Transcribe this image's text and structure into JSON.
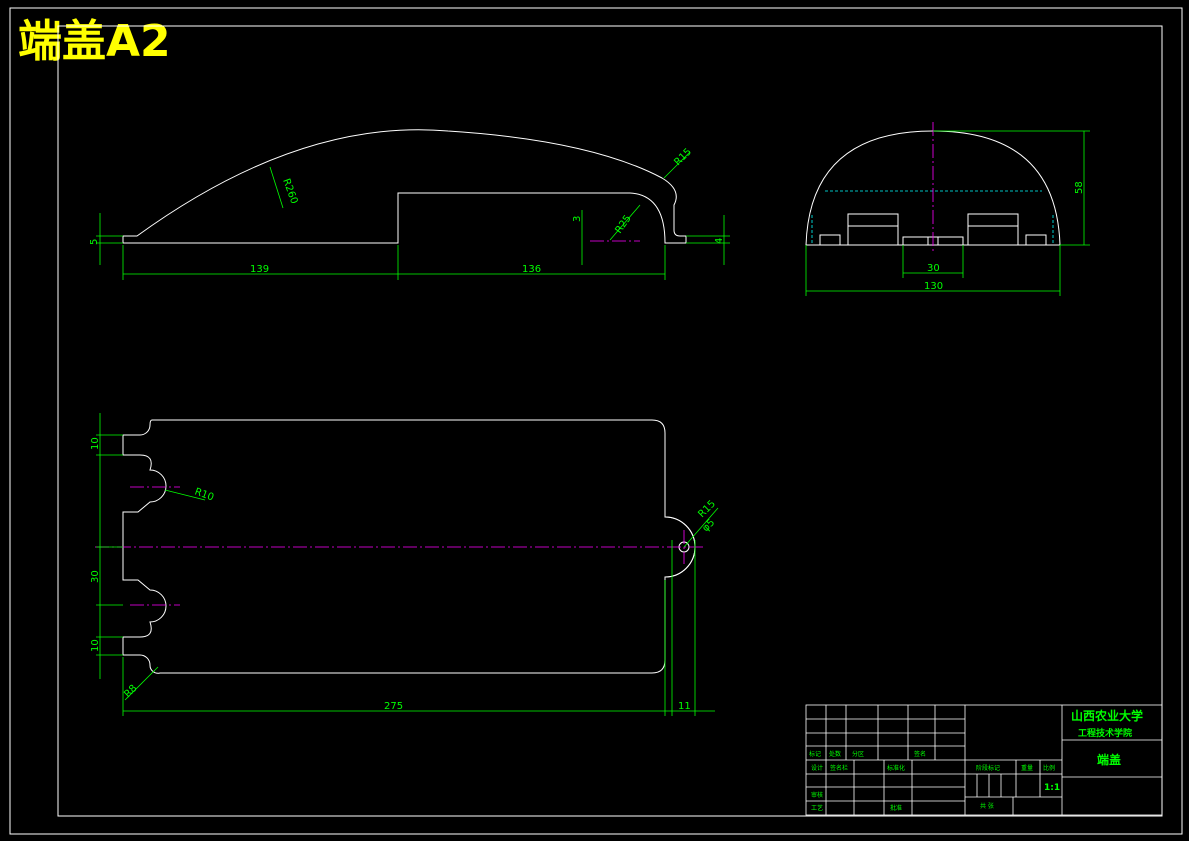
{
  "title": "端盖A2",
  "dimensions": {
    "side_view": {
      "len_left": "139",
      "len_right": "136",
      "radius_top": "R260",
      "radius_corner": "R15",
      "radius_inner": "R25",
      "height_left": "5",
      "height_step": "3",
      "height_right": "4"
    },
    "end_view": {
      "height": "58",
      "width_inner": "30",
      "width_total": "130"
    },
    "plan_view": {
      "notch_top": "10",
      "notch_mid": "30",
      "notch_bottom": "10",
      "radius_notch": "R10",
      "radius_corner_bl": "R8",
      "radius_tab": "R15",
      "hole": "φ5",
      "length": "275",
      "tab_len": "11"
    }
  },
  "title_block": {
    "school": "山西农业大学",
    "department": "工程技术学院",
    "part_name": "端盖",
    "scale": "1:1",
    "row_labels": {
      "mark": "标记",
      "count": "处数",
      "zone": "分区",
      "sign": "签名",
      "design": "设计",
      "standard": "标准化",
      "review": "审核",
      "process": "工艺",
      "approve": "批准",
      "stage_mark": "阶段标记",
      "weight": "重量",
      "ratio": "比例",
      "total": "共 张",
      "designer": "签名栏"
    }
  },
  "colors": {
    "background": "#000000",
    "geometry": "#ffffff",
    "dimension": "#00ff00",
    "centerline": "#ff00ff",
    "hidden": "#00ffff",
    "title_text": "#ffff00"
  }
}
